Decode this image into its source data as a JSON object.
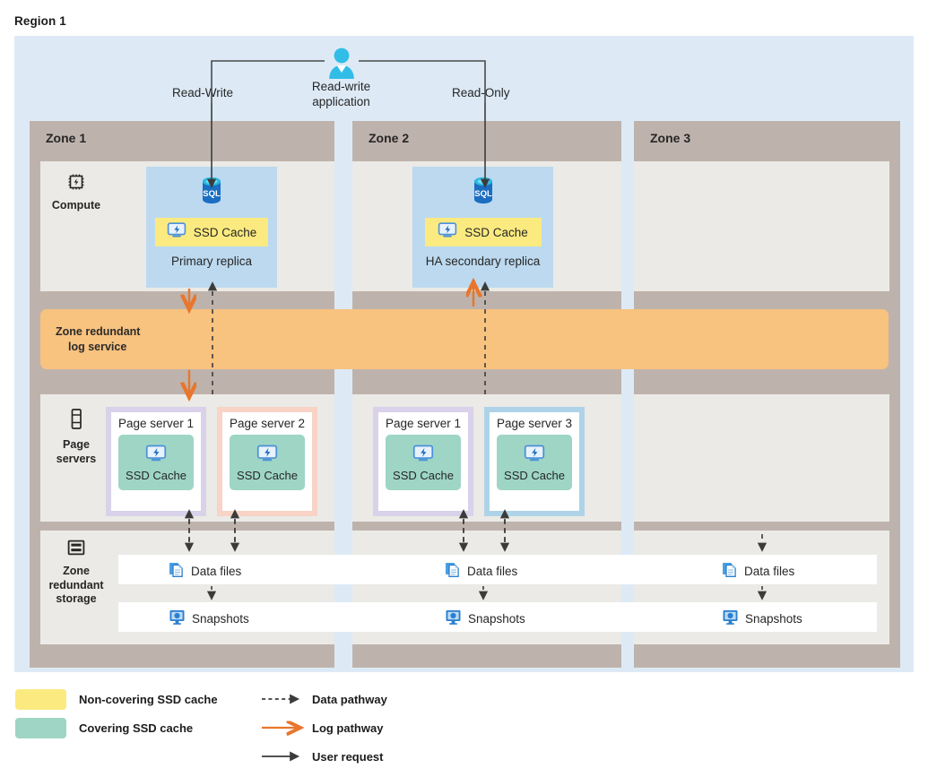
{
  "region": {
    "title": "Region 1"
  },
  "application": {
    "label_line1": "Read-write",
    "label_line2": "application",
    "icon": "user-icon",
    "left_path_label": "Read-Write",
    "right_path_label": "Read-Only"
  },
  "zones": [
    {
      "name": "Zone 1"
    },
    {
      "name": "Zone 2"
    },
    {
      "name": "Zone 3"
    }
  ],
  "rows": {
    "compute": {
      "label": "Compute",
      "icon": "cpu-chip-icon"
    },
    "page_servers": {
      "label_line1": "Page",
      "label_line2": "servers",
      "icon": "server-icon"
    },
    "storage": {
      "label_line1": "Zone",
      "label_line2": "redundant",
      "label_line3": "storage",
      "icon": "storage-icon"
    }
  },
  "log_service": {
    "line1": "Zone redundant",
    "line2": "log service"
  },
  "replicas": [
    {
      "name": "Primary replica",
      "cache_label": "SSD Cache",
      "db_icon": "sql-database-icon",
      "cache_icon": "ssd-drive-icon"
    },
    {
      "name": "HA secondary replica",
      "cache_label": "SSD Cache",
      "db_icon": "sql-database-icon",
      "cache_icon": "ssd-drive-icon"
    }
  ],
  "page_servers": [
    {
      "title": "Page server 1",
      "cache_label": "SSD Cache",
      "border_color": "#d9d2ea"
    },
    {
      "title": "Page server 2",
      "cache_label": "SSD Cache",
      "border_color": "#f8d3c6"
    },
    {
      "title": "Page server 1",
      "cache_label": "SSD Cache",
      "border_color": "#d9d2ea"
    },
    {
      "title": "Page server 3",
      "cache_label": "SSD Cache",
      "border_color": "#aed3e8"
    }
  ],
  "storage": {
    "data_files_label": "Data files",
    "snapshots_label": "Snapshots",
    "data_files_icon": "documents-icon",
    "snapshots_icon": "snapshot-icon",
    "columns": 3
  },
  "legend": {
    "swatches": [
      {
        "label": "Non-covering SSD cache",
        "color": "#fbea7f"
      },
      {
        "label": "Covering SSD cache",
        "color": "#9ed5c5"
      }
    ],
    "arrows": [
      {
        "label": "Data pathway",
        "style": "dashed",
        "color": "#262626"
      },
      {
        "label": "Log pathway",
        "style": "solid",
        "color": "#e8762c"
      },
      {
        "label": "User request",
        "style": "solid",
        "color": "#262626"
      }
    ]
  },
  "colors": {
    "region_bg": "#ddeaf6",
    "zone_header": "#beb3ac",
    "band_bg": "#ebeae6",
    "replica_bg": "#bcd9ef",
    "log_service": "#f8c27f",
    "yellow_cache": "#fbea7f",
    "teal_cache": "#9ed5c5",
    "orange_arrow": "#e8762c"
  }
}
